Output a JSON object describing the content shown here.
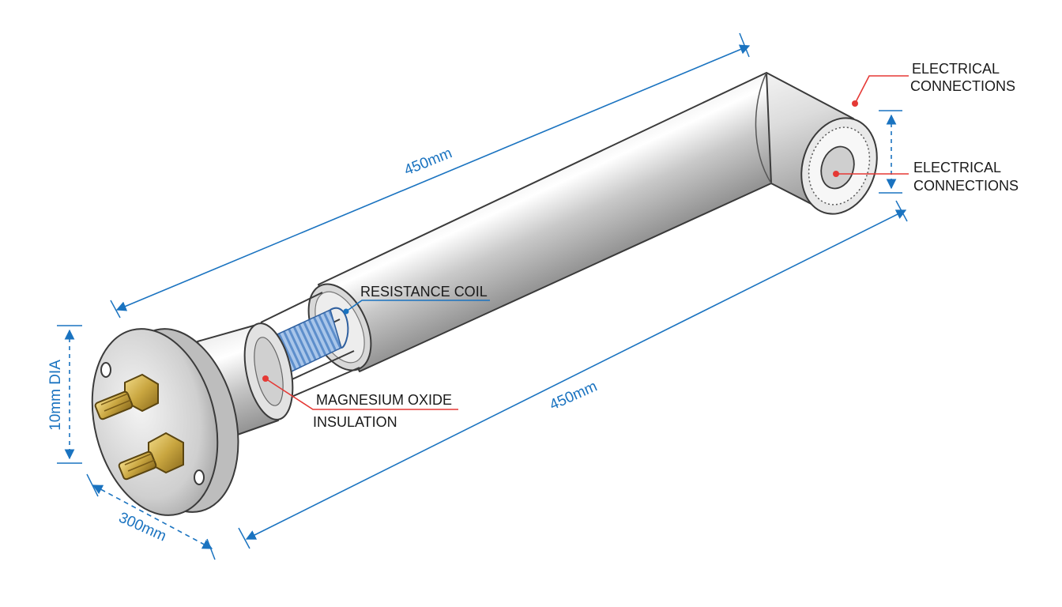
{
  "labels": {
    "resistance_coil": "RESISTANCE COIL",
    "magnesium_line1": "MAGNESIUM OXIDE",
    "magnesium_line2": "INSULATION",
    "electrical_top_line1": "ELECTRICAL",
    "electrical_top_line2": "CONNECTIONS",
    "electrical_mid_line1": "ELECTRICAL",
    "electrical_mid_line2": "CONNECTIONS"
  },
  "dimensions": {
    "top_length": "450mm",
    "bottom_length": "450mm",
    "flange_diameter": "10mm DIA",
    "flange_width": "300mm"
  },
  "colors": {
    "dimension_line": "#1a73c0",
    "leader_red": "#e53935",
    "leader_blue": "#1a73c0",
    "coil_blue": "#6f9fd6",
    "terminal_brass": "#c9a640",
    "steel_light": "#f2f2f2",
    "steel_dark": "#9a9a9a",
    "text": "#1a1a1a"
  },
  "icons": {
    "terminal": "hex-nut-bolt-icon",
    "mount_hole": "mount-hole-icon"
  }
}
